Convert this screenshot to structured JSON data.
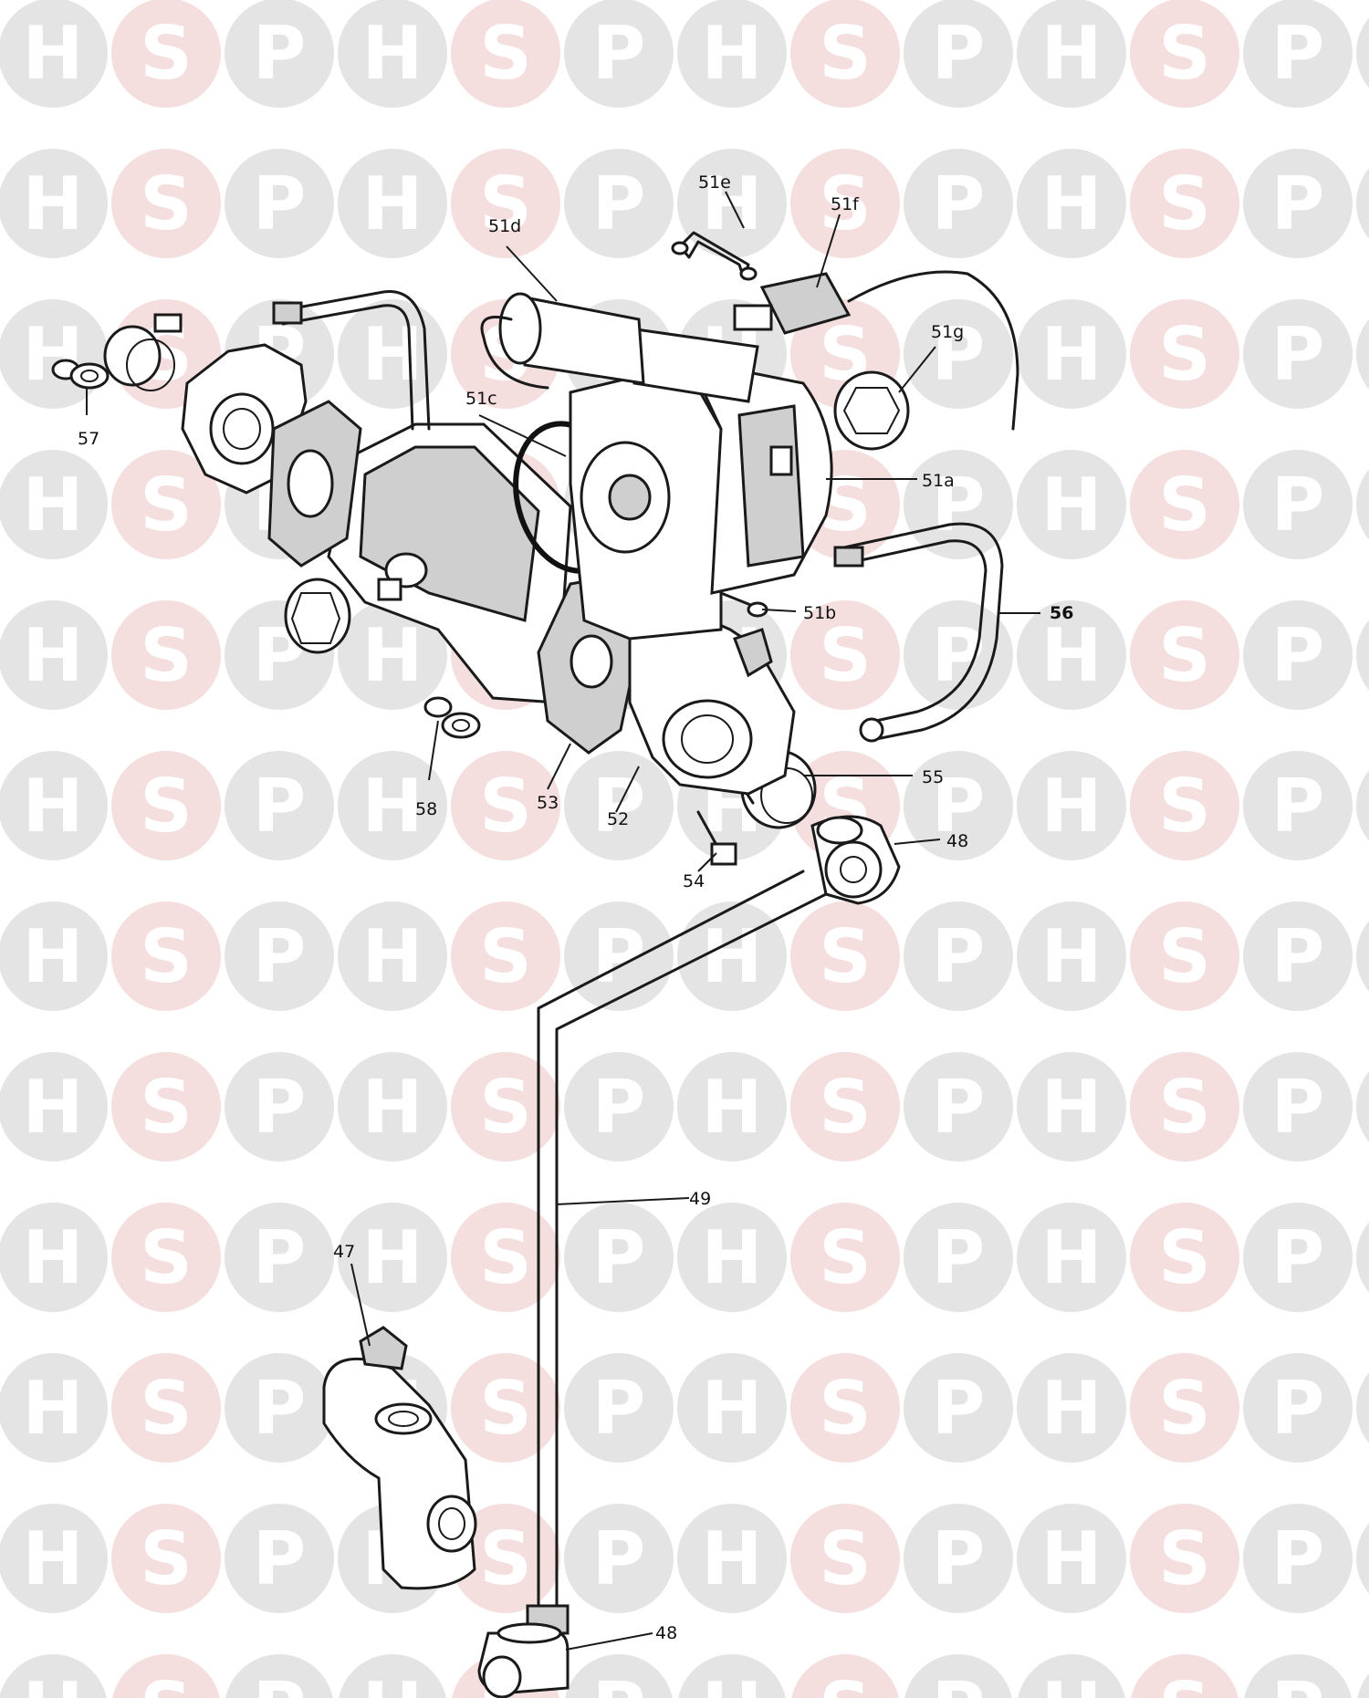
{
  "watermark": {
    "letters": [
      "H",
      "S",
      "P"
    ],
    "colors": {
      "H": "#e4e4e4",
      "S": "#f4dede",
      "P": "#e4e4e4"
    },
    "letter_color": "#ffffff"
  },
  "callouts": {
    "c47": "47",
    "c48a": "48",
    "c48b": "48",
    "c49": "49",
    "c51a": "51a",
    "c51b": "51b",
    "c51c": "51c",
    "c51d": "51d",
    "c51e": "51e",
    "c51f": "51f",
    "c51g": "51g",
    "c52": "52",
    "c53": "53",
    "c54": "54",
    "c55": "55",
    "c56": "56",
    "c57": "57",
    "c58": "58"
  }
}
